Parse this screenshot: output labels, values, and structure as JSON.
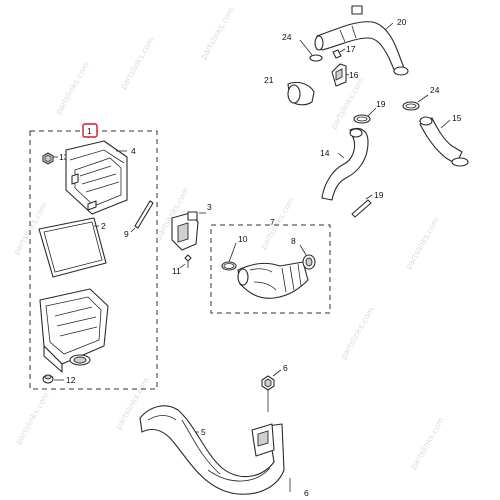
{
  "watermark": "partslinks.com",
  "callouts": {
    "c1": "1",
    "c2": "2",
    "c3": "3",
    "c4": "4",
    "c5": "5",
    "c6a": "6",
    "c6b": "6",
    "c7": "7",
    "c8": "8",
    "c9": "9",
    "c10": "10",
    "c11": "11",
    "c12": "12",
    "c13": "13",
    "c14": "14",
    "c15": "15",
    "c16": "16",
    "c17": "17",
    "c19a": "19",
    "c19b": "19",
    "c20": "20",
    "c21": "21",
    "c24a": "24",
    "c24b": "24"
  },
  "colors": {
    "highlight": "#e0141e",
    "line": "#2a2a2a",
    "shade": "#cfcfcf",
    "watermark": "#d8dde4"
  }
}
